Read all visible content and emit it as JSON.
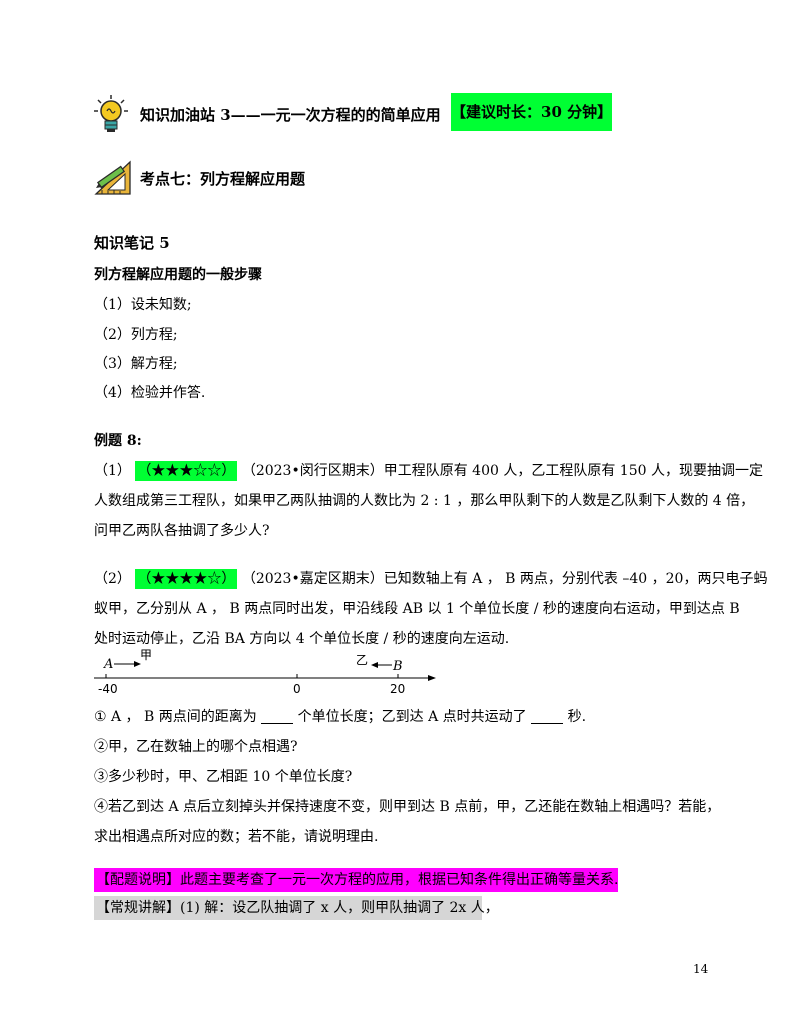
{
  "section_heading": {
    "main": "知识加油站 3——一元一次方程的的简单应用",
    "time_tag": "【建议时长：30 分钟】"
  },
  "point_heading": "考点七：列方程解应用题",
  "note_title": "知识笔记 5",
  "steps_title": "列方程解应用题的一般步骤",
  "steps": [
    "（1）设未知数;",
    "（2）列方程;",
    "（3）解方程;",
    "（4）检验并作答."
  ],
  "example_title": "例题 8:",
  "q1": {
    "num": "（1）",
    "stars": "（★★★☆☆）",
    "line1": "（2023•闵行区期末）甲工程队原有  400  人，乙工程队原有  150  人，现要抽调一定",
    "line2": "人数组成第三工程队，如果甲乙两队抽调的人数比为 2 : 1 ，那么甲队剩下的人数是乙队剩下人数的 4 倍，",
    "line3": "问甲乙两队各抽调了多少人?"
  },
  "q2": {
    "num": "（2）",
    "stars": "（★★★★☆）",
    "line1": "（2023•嘉定区期末）已知数轴上有 A ， B 两点，分别代表 –40 ，20，两只电子蚂",
    "line2": "蚁甲，乙分别从 A ， B 两点同时出发，甲沿线段 AB 以 1 个单位长度 / 秒的速度向右运动，甲到达点 B",
    "line3": "处时运动停止，乙沿 BA 方向以 4 个单位长度 / 秒的速度向左运动."
  },
  "numberline": {
    "labels": [
      "-40",
      "0",
      "20"
    ],
    "left_mark": "A",
    "left_name": "甲",
    "right_name": "乙",
    "right_mark": "B"
  },
  "sub": {
    "s1a": "① A ， B 两点间的距离为",
    "s1b": "个单位长度；乙到达 A 点时共运动了",
    "s1c": "秒.",
    "s2": "②甲，乙在数轴上的哪个点相遇?",
    "s3": "③多少秒时，甲、乙相距 10 个单位长度?",
    "s4a": "④若乙到达 A 点后立刻掉头并保持速度不变，则甲到达 B 点前，甲，乙还能在数轴上相遇吗？若能，",
    "s4b": "求出相遇点所对应的数；若不能，请说明理由."
  },
  "explain": "【配题说明】此题主要考查了一元一次方程的应用，根据已知条件得出正确等量关系.",
  "lecture": "【常规讲解】(1) 解：设乙队抽调了 x 人，则甲队抽调了 2x 人，",
  "page_number": "14",
  "colors": {
    "highlight_green": "#00ff33",
    "highlight_magenta": "#ff00ff",
    "highlight_gray": "#d6d6d6"
  }
}
